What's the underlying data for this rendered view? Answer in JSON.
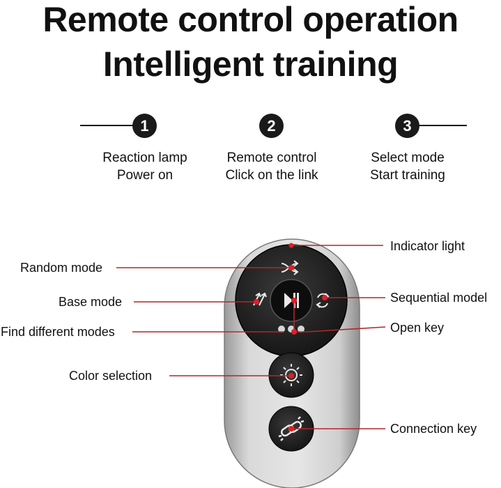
{
  "title": {
    "line1": "Remote control operation",
    "line2": "Intelligent training"
  },
  "steps": [
    {
      "number": "1",
      "line1": "Reaction lamp",
      "line2": "Power on"
    },
    {
      "number": "2",
      "line1": "Remote control",
      "line2": "Click on the link"
    },
    {
      "number": "3",
      "line1": "Select mode",
      "line2": "Start training"
    }
  ],
  "labels": {
    "indicator_light": "Indicator light",
    "random_mode": "Random mode",
    "base_mode": "Base mode",
    "sequential_model": "Sequential model",
    "find_different_modes": "Find different modes",
    "open_key": "Open key",
    "color_selection": "Color selection",
    "connection_key": "Connection key"
  },
  "colors": {
    "remote_body": "#d6d6d6",
    "button_face": "#1c1c1c",
    "leader_line": "#b3262a",
    "marker_dot": "#e01f26"
  },
  "icons": [
    "shuffle-icon",
    "play-pause-icon",
    "double-arrow-icon",
    "repeat-icon",
    "sun-gear-icon",
    "link-icon"
  ]
}
